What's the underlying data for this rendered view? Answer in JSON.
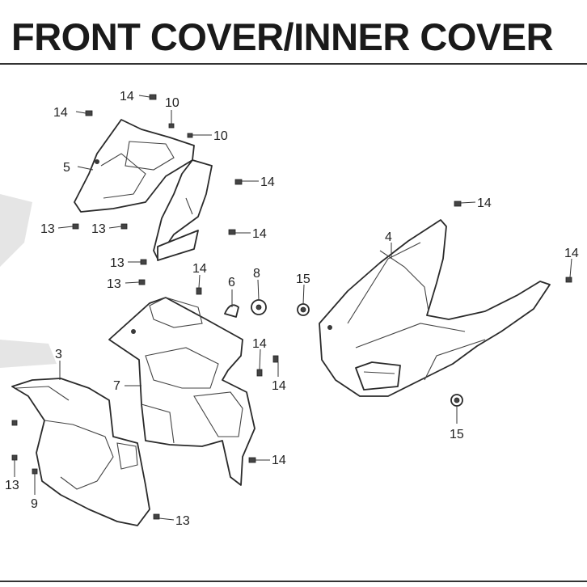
{
  "title": "FRONT COVER/INNER COVER",
  "parts": [
    {
      "id": "p3",
      "ref": "3"
    },
    {
      "id": "p4",
      "ref": "4"
    },
    {
      "id": "p5",
      "ref": "5"
    },
    {
      "id": "p6",
      "ref": "6"
    },
    {
      "id": "p7",
      "ref": "7"
    },
    {
      "id": "p8",
      "ref": "8"
    },
    {
      "id": "p9",
      "ref": "9"
    }
  ],
  "callouts": [
    "14",
    "14",
    "10",
    "10",
    "5",
    "14",
    "13",
    "13",
    "14",
    "13",
    "13",
    "4",
    "14",
    "14",
    "14",
    "6",
    "8",
    "15",
    "3",
    "7",
    "14",
    "14",
    "14",
    "15",
    "13",
    "9",
    "13"
  ]
}
